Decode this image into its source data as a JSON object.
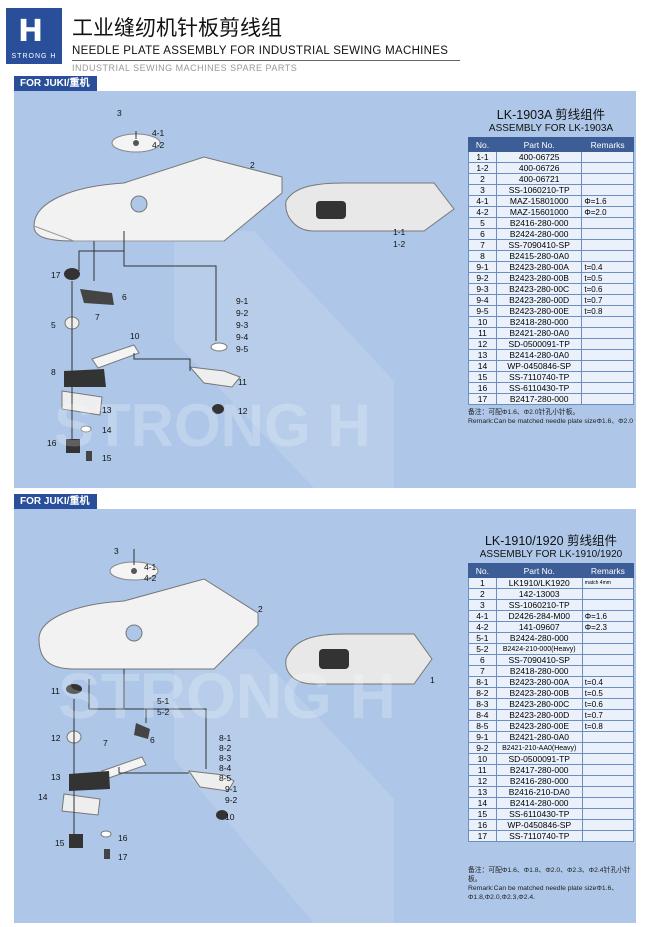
{
  "header": {
    "logo_mark": "H",
    "logo_word": "STRONG H",
    "title_cn": "工业缝纫机针板剪线组",
    "title_en": "NEEDLE PLATE ASSEMBLY FOR INDUSTRIAL SEWING MACHINES",
    "subtitle": "INDUSTRIAL SEWING MACHINES SPARE PARTS"
  },
  "watermark": "STRONG H",
  "colors": {
    "panel": "#aec7e8",
    "header_band": "#2a4f9a",
    "table_head": "#3d5d96"
  },
  "section1": {
    "tag": "FOR JUKI/重机",
    "title_cn": "LK-1903A 剪线组件",
    "title_en": "ASSEMBLY FOR LK-1903A",
    "columns": [
      "No.",
      "Part No.",
      "Remarks"
    ],
    "rows": [
      [
        "1-1",
        "400-06725",
        ""
      ],
      [
        "1-2",
        "400-06726",
        ""
      ],
      [
        "2",
        "400-06721",
        ""
      ],
      [
        "3",
        "SS-1060210-TP",
        ""
      ],
      [
        "4-1",
        "MAZ-15801000",
        "Φ=1.6"
      ],
      [
        "4-2",
        "MAZ-15601000",
        "Φ=2.0"
      ],
      [
        "5",
        "B2416-280-000",
        ""
      ],
      [
        "6",
        "B2424-280-000",
        ""
      ],
      [
        "7",
        "SS-7090410-SP",
        ""
      ],
      [
        "8",
        "B2415-280-0A0",
        ""
      ],
      [
        "9-1",
        "B2423-280-00A",
        "t=0.4"
      ],
      [
        "9-2",
        "B2423-280-00B",
        "t=0.5"
      ],
      [
        "9-3",
        "B2423-280-00C",
        "t=0.6"
      ],
      [
        "9-4",
        "B2423-280-00D",
        "t=0.7"
      ],
      [
        "9-5",
        "B2423-280-00E",
        "t=0.8"
      ],
      [
        "10",
        "B2418-280-000",
        ""
      ],
      [
        "11",
        "B2421-280-0A0",
        ""
      ],
      [
        "12",
        "SD-0500091-TP",
        ""
      ],
      [
        "13",
        "B2414-280-0A0",
        ""
      ],
      [
        "14",
        "WP-0450846-SP",
        ""
      ],
      [
        "15",
        "SS-7110740-TP",
        ""
      ],
      [
        "16",
        "SS-6110430-TP",
        ""
      ],
      [
        "17",
        "B2417-280-000",
        ""
      ]
    ],
    "note_cn": "备注：可配Φ1.6、Φ2.0针孔小针板。",
    "note_en": "Remark:Can be matched needle plate sizeΦ1.6、Φ2.0",
    "labels": {
      "l3": "3",
      "l41": "4-1",
      "l42": "4-2",
      "l2": "2",
      "l11": "1-1",
      "l12": "1-2",
      "l17": "17",
      "l7": "7",
      "l6": "6",
      "l5": "5",
      "l8": "8",
      "l10": "10",
      "l91": "9-1",
      "l92": "9-2",
      "l93": "9-3",
      "l94": "9-4",
      "l95": "9-5",
      "l11b": "11",
      "l12b": "12",
      "l13": "13",
      "l14": "14",
      "l16": "16",
      "l15": "15"
    }
  },
  "section2": {
    "tag": "FOR JUKI/重机",
    "title_cn": "LK-1910/1920 剪线组件",
    "title_en": "ASSEMBLY FOR LK-1910/1920",
    "columns": [
      "No.",
      "Part No.",
      "Remarks"
    ],
    "rows": [
      [
        "1",
        "LK1910/LK1920",
        "match 4mm"
      ],
      [
        "2",
        "142-13003",
        ""
      ],
      [
        "3",
        "SS-1060210-TP",
        ""
      ],
      [
        "4-1",
        "D2426-284-M00",
        "Φ=1.6"
      ],
      [
        "4-2",
        "141-09607",
        "Φ=2.3"
      ],
      [
        "5-1",
        "B2424-280-000",
        ""
      ],
      [
        "5-2",
        "B2424-210-000(Heavy)",
        ""
      ],
      [
        "6",
        "SS-7090410-SP",
        ""
      ],
      [
        "7",
        "B2418-280-000",
        ""
      ],
      [
        "8-1",
        "B2423-280-00A",
        "t=0.4"
      ],
      [
        "8-2",
        "B2423-280-00B",
        "t=0.5"
      ],
      [
        "8-3",
        "B2423-280-00C",
        "t=0.6"
      ],
      [
        "8-4",
        "B2423-280-00D",
        "t=0.7"
      ],
      [
        "8-5",
        "B2423-280-00E",
        "t=0.8"
      ],
      [
        "9-1",
        "B2421-280-0A0",
        ""
      ],
      [
        "9-2",
        "B2421-210-AA0(Heavy)",
        ""
      ],
      [
        "10",
        "SD-0500091-TP",
        ""
      ],
      [
        "11",
        "B2417-280-000",
        ""
      ],
      [
        "12",
        "B2416-280-000",
        ""
      ],
      [
        "13",
        "B2416-210-DA0",
        ""
      ],
      [
        "14",
        "B2414-280-000",
        ""
      ],
      [
        "15",
        "SS-6110430-TP",
        ""
      ],
      [
        "16",
        "WP-0450846-SP",
        ""
      ],
      [
        "17",
        "SS-7110740-TP",
        ""
      ]
    ],
    "note_cn": "备注：可配Φ1.6、Φ1.8、Φ2.0、Φ2.3、Φ2.4针孔小针板。",
    "note_en": "Remark:Can be matched needle plate sizeΦ1.6、Φ1.8,Φ2.0,Φ2.3,Φ2.4.",
    "labels": {
      "l3": "3",
      "l41": "4-1",
      "l42": "4-2",
      "l2": "2",
      "l1": "1",
      "l11": "11",
      "l51": "5-1",
      "l52": "5-2",
      "l12": "12",
      "l6": "6",
      "l7": "7",
      "l81": "8-1",
      "l82": "8-2",
      "l83": "8-3",
      "l84": "8-4",
      "l85": "8-5",
      "l91": "9-1",
      "l92": "9-2",
      "l13": "13",
      "l14": "14",
      "l10": "10",
      "l15": "15",
      "l16": "16",
      "l17": "17"
    }
  }
}
